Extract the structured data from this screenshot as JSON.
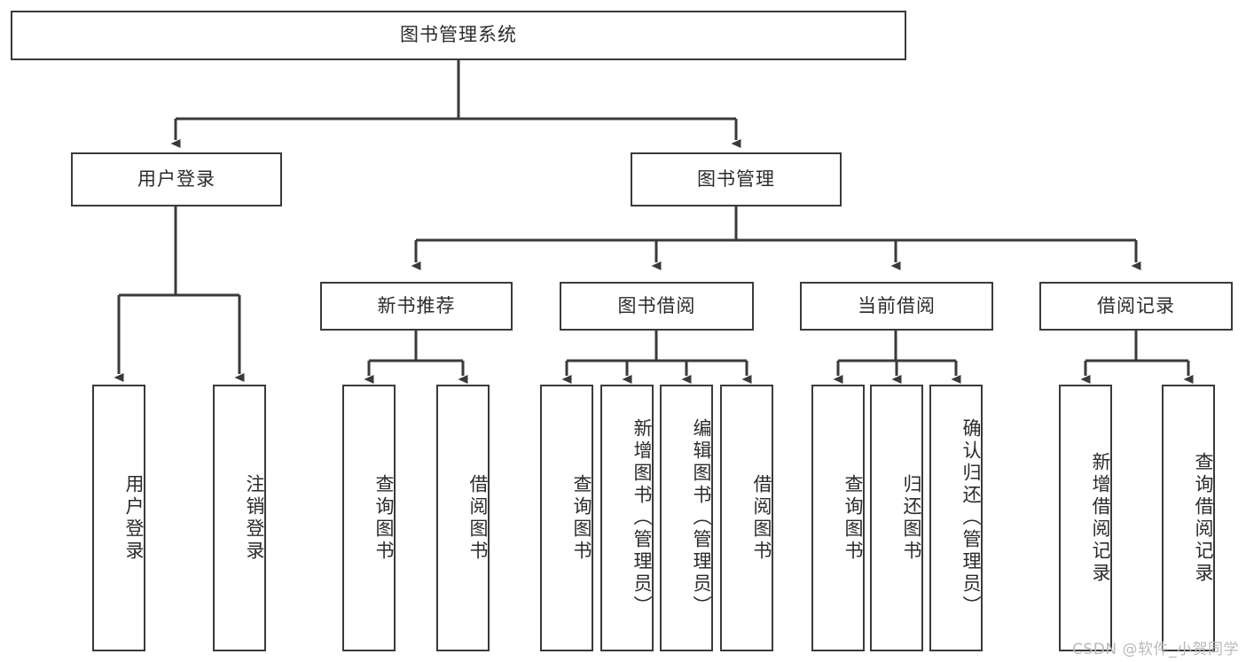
{
  "diagram": {
    "type": "tree-hierarchy-chart",
    "title": "图书管理系统",
    "orientation": "top-down",
    "box_fill": "#ffffff",
    "box_stroke": "#3a3a3a",
    "connector_stroke": "#3a3a3a",
    "nodes": {
      "root": {
        "label": "图书管理系统",
        "level": 1,
        "text_direction": "horizontal"
      },
      "user_login": {
        "label": "用户登录",
        "level": 2,
        "text_direction": "horizontal"
      },
      "book_manage": {
        "label": "图书管理",
        "level": 2,
        "text_direction": "horizontal"
      },
      "new_book_rec": {
        "label": "新书推荐",
        "level": 3,
        "text_direction": "horizontal"
      },
      "book_borrow": {
        "label": "图书借阅",
        "level": 3,
        "text_direction": "horizontal"
      },
      "current_borrow": {
        "label": "当前借阅",
        "level": 3,
        "text_direction": "horizontal"
      },
      "borrow_record": {
        "label": "借阅记录",
        "level": 3,
        "text_direction": "horizontal"
      },
      "leaf_user_login": {
        "label": "用户登录",
        "level": 4,
        "text_direction": "vertical"
      },
      "leaf_logout": {
        "label": "注销登录",
        "level": 4,
        "text_direction": "vertical"
      },
      "leaf_query_book_1": {
        "label": "查询图书",
        "level": 4,
        "text_direction": "vertical"
      },
      "leaf_borrow_book_1": {
        "label": "借阅图书",
        "level": 4,
        "text_direction": "vertical"
      },
      "leaf_query_book_2": {
        "label": "查询图书",
        "level": 4,
        "text_direction": "vertical"
      },
      "leaf_add_book": {
        "label": "新增图书（管理员）",
        "level": 4,
        "text_direction": "vertical"
      },
      "leaf_edit_book": {
        "label": "编辑图书（管理员）",
        "level": 4,
        "text_direction": "vertical"
      },
      "leaf_borrow_book_2": {
        "label": "借阅图书",
        "level": 4,
        "text_direction": "vertical"
      },
      "leaf_query_book_3": {
        "label": "查询图书",
        "level": 4,
        "text_direction": "vertical"
      },
      "leaf_return_book": {
        "label": "归还图书",
        "level": 4,
        "text_direction": "vertical"
      },
      "leaf_confirm_return": {
        "label": "确认归还（管理员）",
        "level": 4,
        "text_direction": "vertical"
      },
      "leaf_add_record": {
        "label": "新增借阅记录",
        "level": 4,
        "text_direction": "vertical"
      },
      "leaf_query_record": {
        "label": "查询借阅记录",
        "level": 4,
        "text_direction": "vertical"
      }
    },
    "edges": [
      {
        "from": "root",
        "to": "user_login"
      },
      {
        "from": "root",
        "to": "book_manage"
      },
      {
        "from": "user_login",
        "to": "leaf_user_login"
      },
      {
        "from": "user_login",
        "to": "leaf_logout"
      },
      {
        "from": "book_manage",
        "to": "new_book_rec"
      },
      {
        "from": "book_manage",
        "to": "book_borrow"
      },
      {
        "from": "book_manage",
        "to": "current_borrow"
      },
      {
        "from": "book_manage",
        "to": "borrow_record"
      },
      {
        "from": "new_book_rec",
        "to": "leaf_query_book_1"
      },
      {
        "from": "new_book_rec",
        "to": "leaf_borrow_book_1"
      },
      {
        "from": "book_borrow",
        "to": "leaf_query_book_2"
      },
      {
        "from": "book_borrow",
        "to": "leaf_add_book"
      },
      {
        "from": "book_borrow",
        "to": "leaf_edit_book"
      },
      {
        "from": "book_borrow",
        "to": "leaf_borrow_book_2"
      },
      {
        "from": "current_borrow",
        "to": "leaf_query_book_3"
      },
      {
        "from": "current_borrow",
        "to": "leaf_return_book"
      },
      {
        "from": "current_borrow",
        "to": "leaf_confirm_return"
      },
      {
        "from": "borrow_record",
        "to": "leaf_add_record"
      },
      {
        "from": "borrow_record",
        "to": "leaf_query_record"
      }
    ]
  },
  "watermark": {
    "text": "CSDN @软件_小贺同学"
  }
}
